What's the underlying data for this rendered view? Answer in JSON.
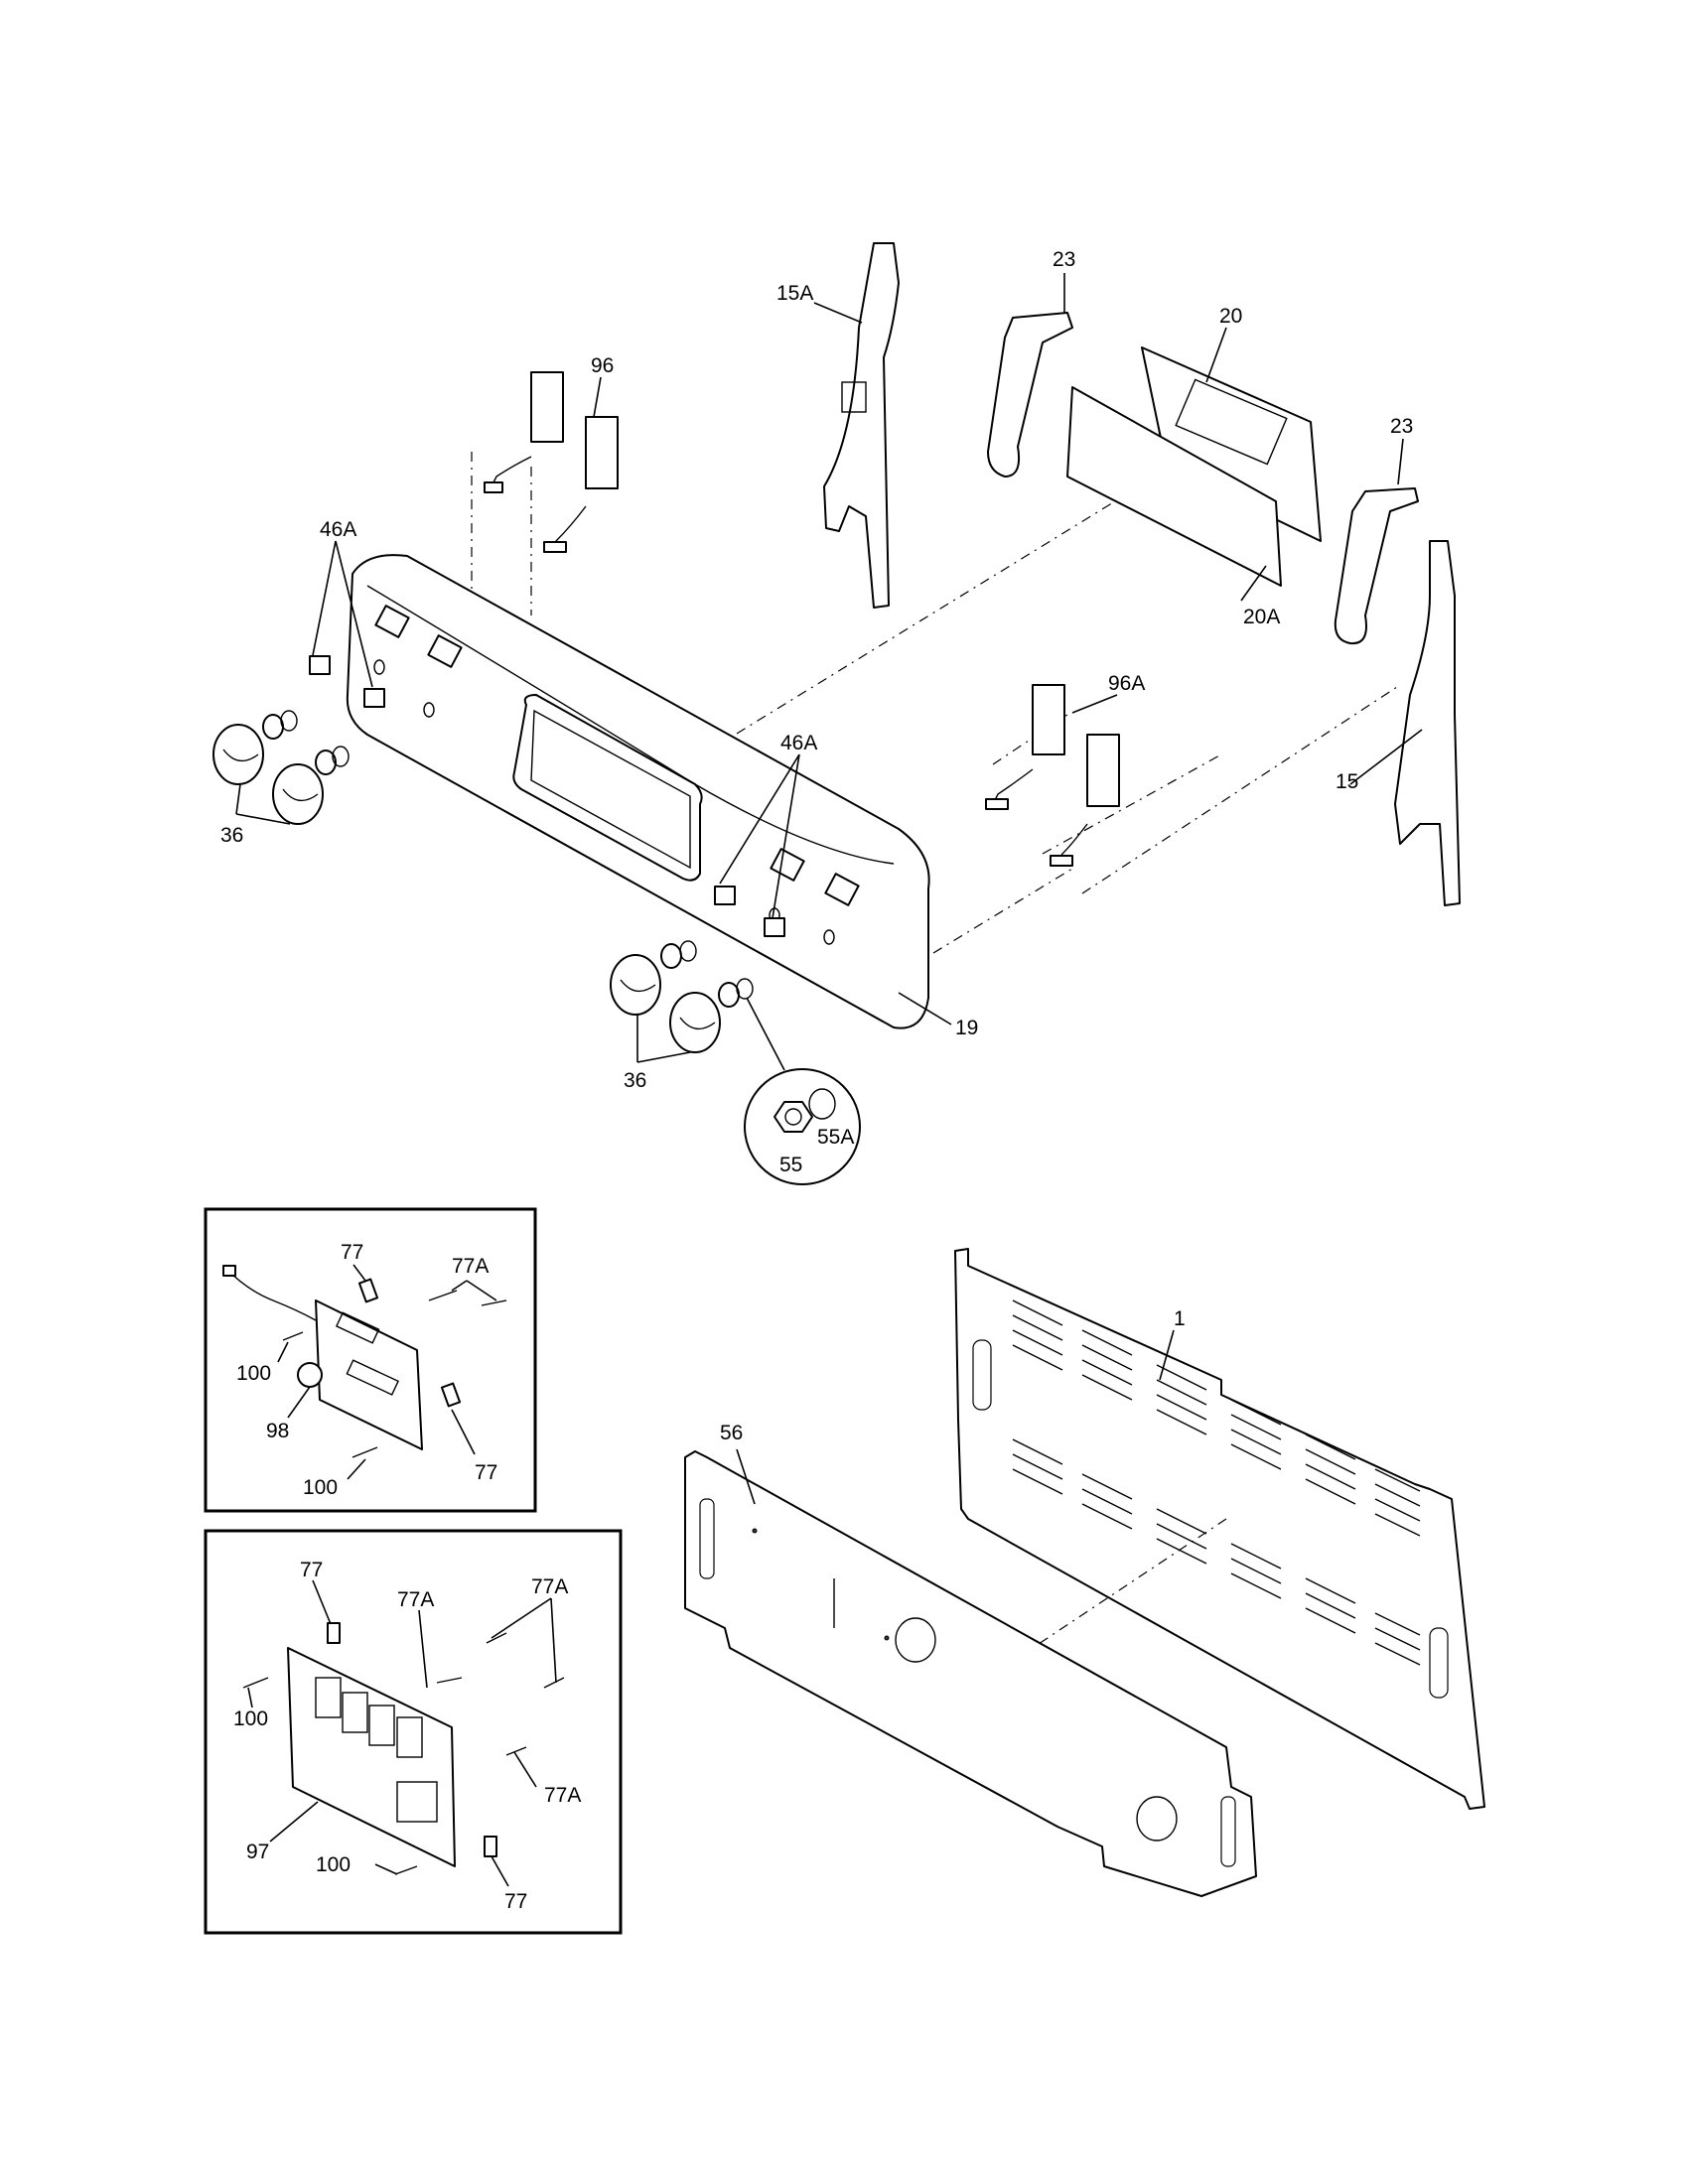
{
  "callouts": {
    "c15A": "15A",
    "c23a": "23",
    "c20": "20",
    "c96": "96",
    "c23b": "23",
    "c46Aa": "46A",
    "c20A": "20A",
    "c96A": "96A",
    "c46Ab": "46A",
    "c15": "15",
    "c36a": "36",
    "c19": "19",
    "c36b": "36",
    "c55": "55",
    "c55A": "55A",
    "c77a": "77",
    "c77Aa": "77A",
    "c100a": "100",
    "c98": "98",
    "c77b": "77",
    "c100b": "100",
    "c1": "1",
    "c56": "56",
    "c77c": "77",
    "c77Ab": "77A",
    "c77Ac": "77A",
    "c100c": "100",
    "c77Ad": "77A",
    "c97": "97",
    "c100d": "100",
    "c77d": "77"
  }
}
